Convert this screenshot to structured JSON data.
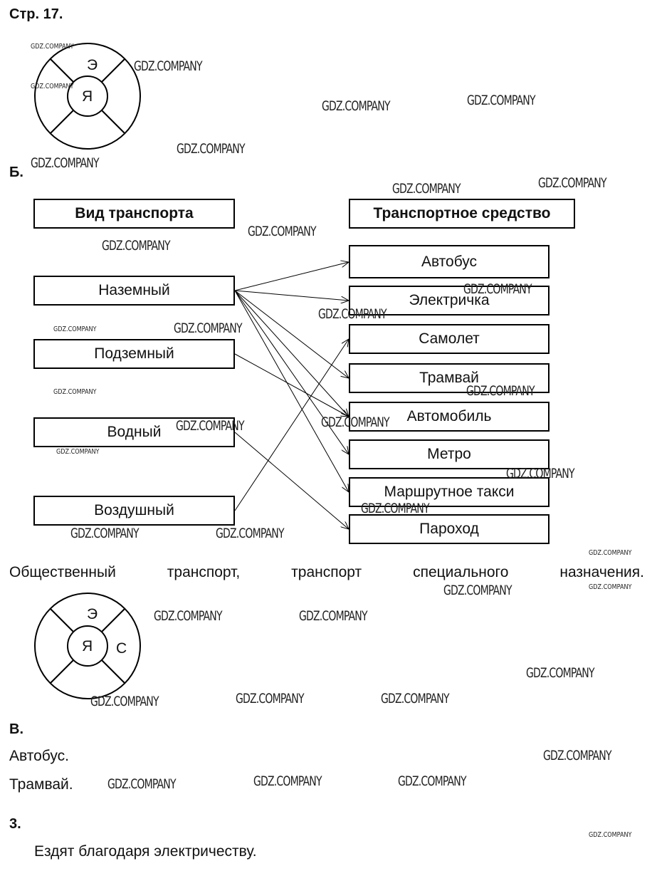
{
  "page_label": "Стр. 17.",
  "circle1": {
    "outer": "Э",
    "inner": "Я"
  },
  "section_b": "Б.",
  "table": {
    "left_header": "Вид транспорта",
    "right_header": "Транспортное средство",
    "left": [
      "Наземный",
      "Подземный",
      "Водный",
      "Воздушный"
    ],
    "right": [
      "Автобус",
      "Электричка",
      "Самолет",
      "Трамвай",
      "Автомобиль",
      "Метро",
      "Маршрутное такси",
      "Пароход"
    ],
    "links": [
      [
        0,
        0
      ],
      [
        0,
        1
      ],
      [
        0,
        3
      ],
      [
        0,
        4
      ],
      [
        0,
        5
      ],
      [
        0,
        6
      ],
      [
        1,
        4
      ],
      [
        2,
        7
      ],
      [
        3,
        2
      ]
    ]
  },
  "sentence_words": [
    "Общественный",
    "транспорт,",
    "транспорт",
    "специального",
    "назначения."
  ],
  "circle2": {
    "outer": "Э",
    "inner": "Я",
    "right": "С"
  },
  "section_v": "В.",
  "line_bus": "Автобус.",
  "line_tram": "Трамвай.",
  "section_3": "3.",
  "line_electric": "Ездят благодаря электричеству.",
  "watermark": "GDZ.COMPANY"
}
